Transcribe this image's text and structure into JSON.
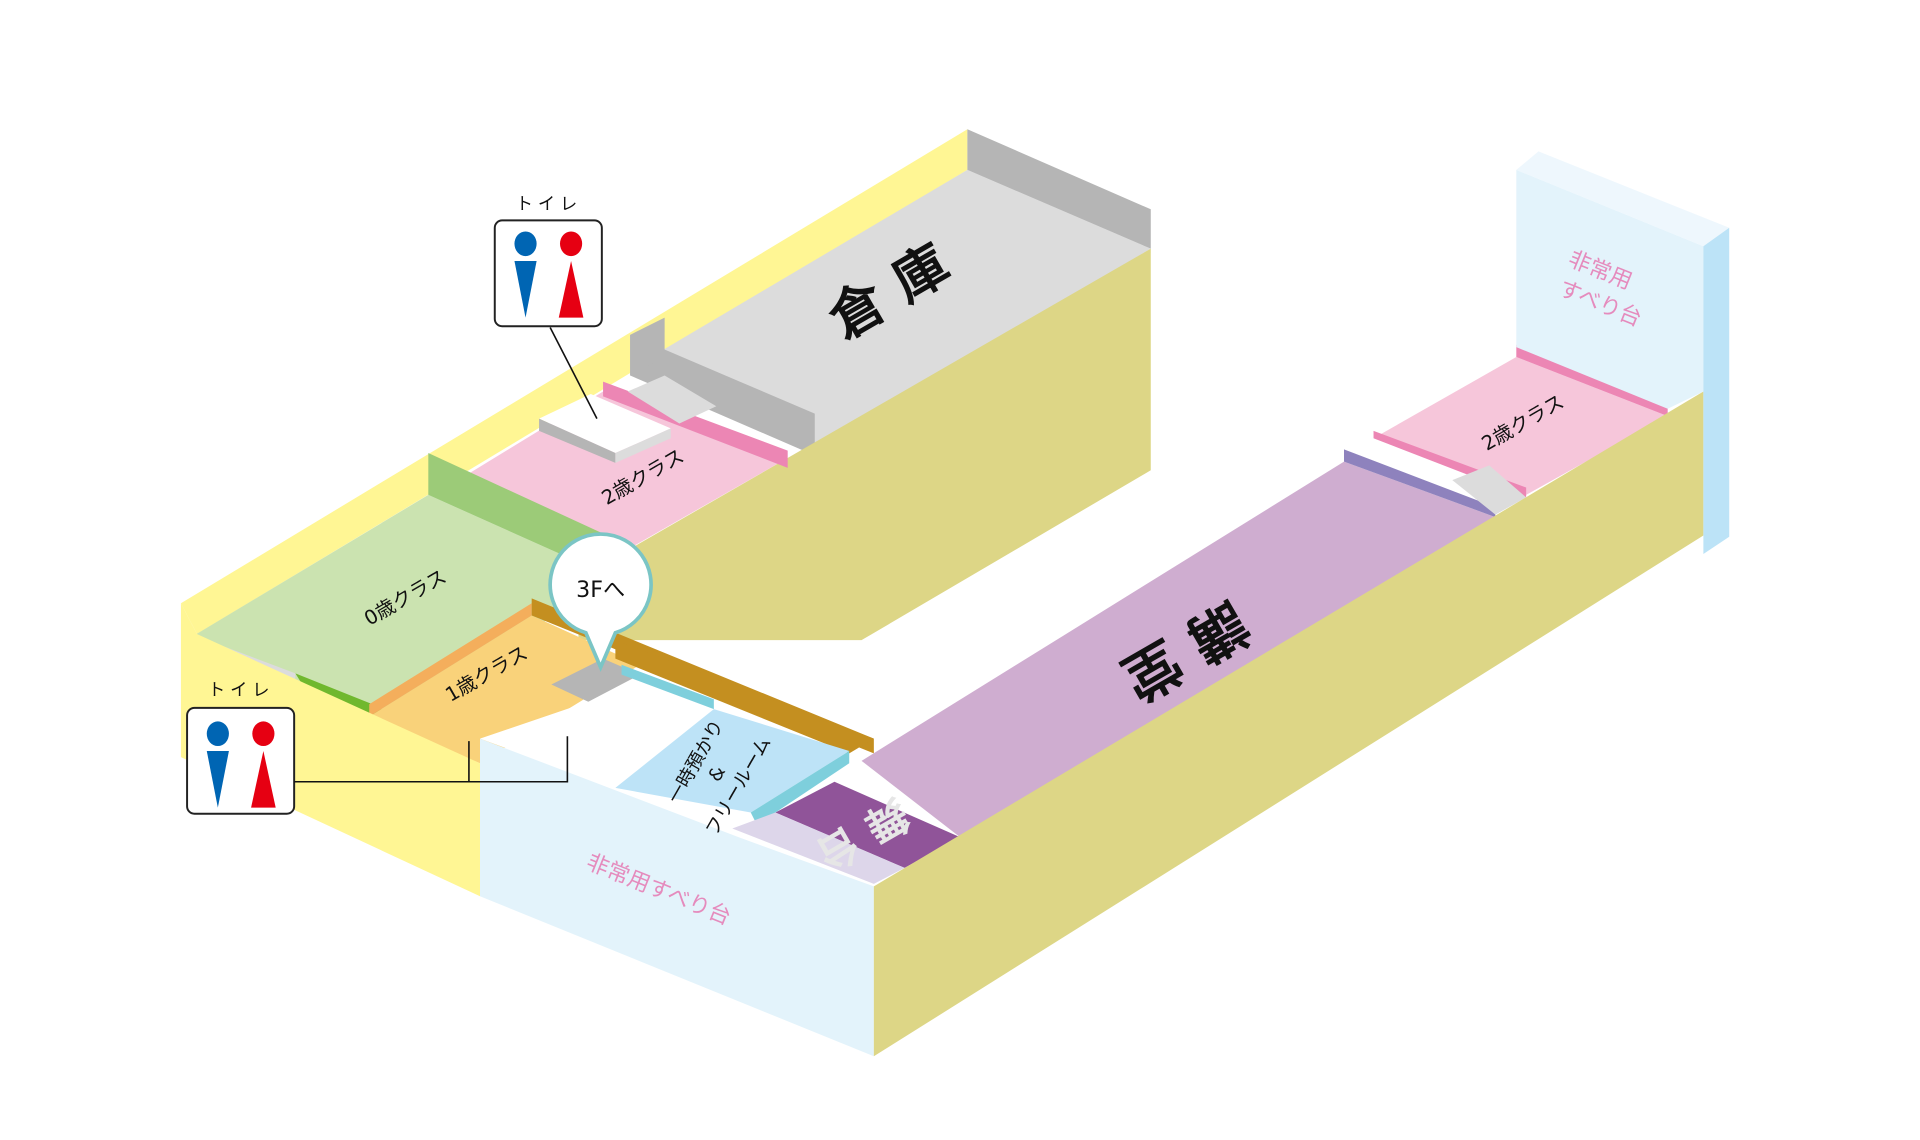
{
  "map": {
    "type": "isometric-floor-plan",
    "floor": "2F"
  },
  "colors": {
    "yellow_wall": "#fff694",
    "yellow_side": "#ddd686",
    "storage_top": "#dcdcdc",
    "storage_wall": "#b5b5b5",
    "pink_floor": "#f6c6da",
    "pink_edge": "#ec86b4",
    "green_floor": "#cbe3b0",
    "green_wall": "#9ccb78",
    "green_edge": "#70b82e",
    "orange_floor": "#f9d27a",
    "orange_edge": "#f4ae5c",
    "brown_wall": "#c48f20",
    "blue_floor": "#bde3f7",
    "blue_edge": "#7ecfdc",
    "slide_face": "#e3f3fb",
    "slide_side": "#bce3f7",
    "lavender": "#cfadd0",
    "lavender_edge": "#8e82bd",
    "stage": "#905499",
    "stage_front": "#ddd6ea",
    "men_blue": "#0065b3",
    "women_red": "#e60012",
    "callout_border": "#7bc5c5",
    "slide_text": "#e58bbd",
    "stage_text": "#e6e6e6"
  },
  "rooms": {
    "storage": "倉 庫",
    "class2_left": "2歳クラス",
    "class0": "0歳クラス",
    "class1": "1歳クラス",
    "temp_care_line1": "一時預かり",
    "temp_care_line2": "&",
    "temp_care_line3": "フリールーム",
    "hall": "講 堂",
    "stage": "舞 台",
    "class2_right": "2歳クラス"
  },
  "slides": {
    "right_line1": "非常用",
    "right_line2": "すべり台",
    "bottom": "非常用すべり台"
  },
  "toilets": [
    {
      "label": "トイレ",
      "icons": [
        "men",
        "women"
      ]
    },
    {
      "label": "トイレ",
      "icons": [
        "men",
        "women"
      ]
    }
  ],
  "callout": {
    "label": "3Fへ"
  }
}
